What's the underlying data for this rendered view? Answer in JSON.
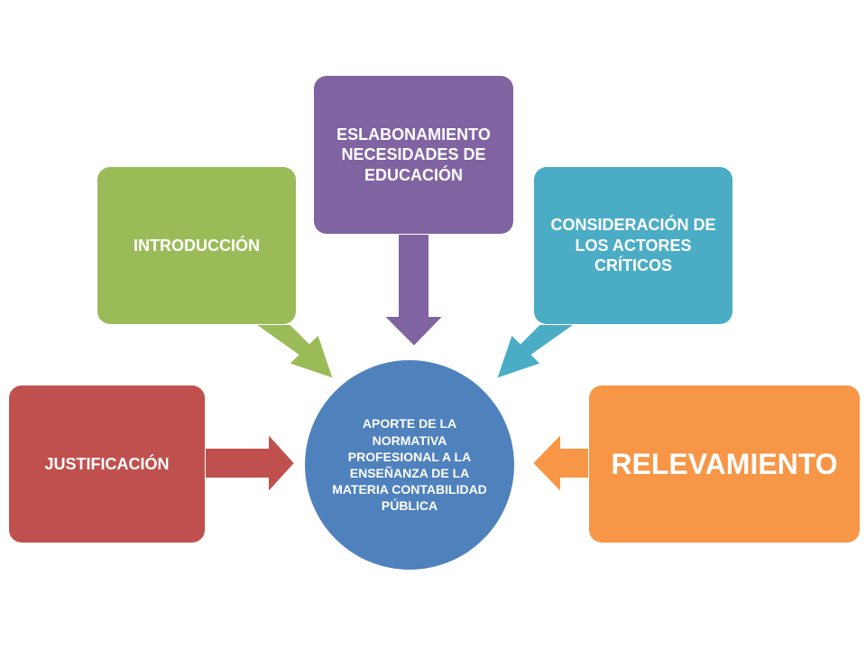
{
  "colors": {
    "justificacion": "#c0504d",
    "introduccion": "#9bbb59",
    "eslabonamiento": "#8064a2",
    "consideracion": "#4bacc6",
    "relevamiento": "#f79646",
    "center": "#4f81bd"
  },
  "diagram": {
    "center": "APORTE DE LA NORMATIVA PROFESIONAL A LA ENSEÑANZA DE LA MATERIA CONTABILIDAD PÚBLICA",
    "justificacion": "JUSTIFICACIÓN",
    "introduccion": "INTRODUCCIÓN",
    "eslabonamiento": "ESLABONAMIENTO NECESIDADES DE EDUCACIÓN",
    "consideracion": "CONSIDERACIÓN DE LOS ACTORES CRÍTICOS",
    "relevamiento": "RELEVAMIENTO"
  }
}
